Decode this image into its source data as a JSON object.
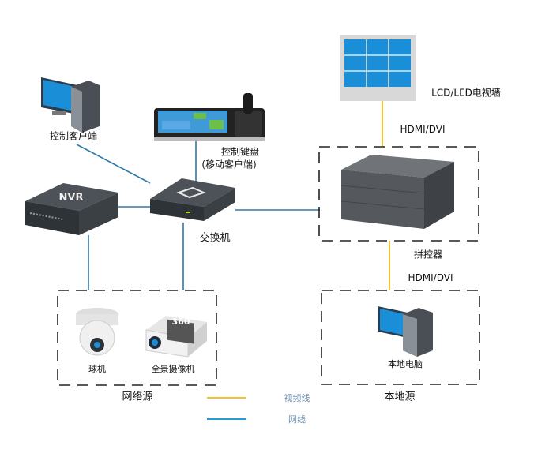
{
  "nodes": {
    "client": "控制客户端",
    "keyboard_line1": "控制键盘",
    "keyboard_line2": "(移动客户端)",
    "switch": "交换机",
    "nvr_logo": "NVR",
    "video_wall": "LCD/LED电视墙",
    "hdmi_top": "HDMI/DVI",
    "controller": "拼控器",
    "hdmi_bottom": "HDMI/DVI",
    "local_pc": "本地电脑",
    "dome_camera": "球机",
    "panoramic_camera": "全景摄像机",
    "camera_360_badge": "360"
  },
  "groups": {
    "network_source": "网络源",
    "local_source": "本地源"
  },
  "legend": [
    {
      "label": "视频线",
      "color": "#f2c230"
    },
    {
      "label": "网线",
      "color": "#2a9ad6"
    }
  ],
  "colors": {
    "network_line": "#2f79a8",
    "video_line": "#f2c230",
    "device": "#3b4045",
    "screen": "#1a8fd8"
  }
}
